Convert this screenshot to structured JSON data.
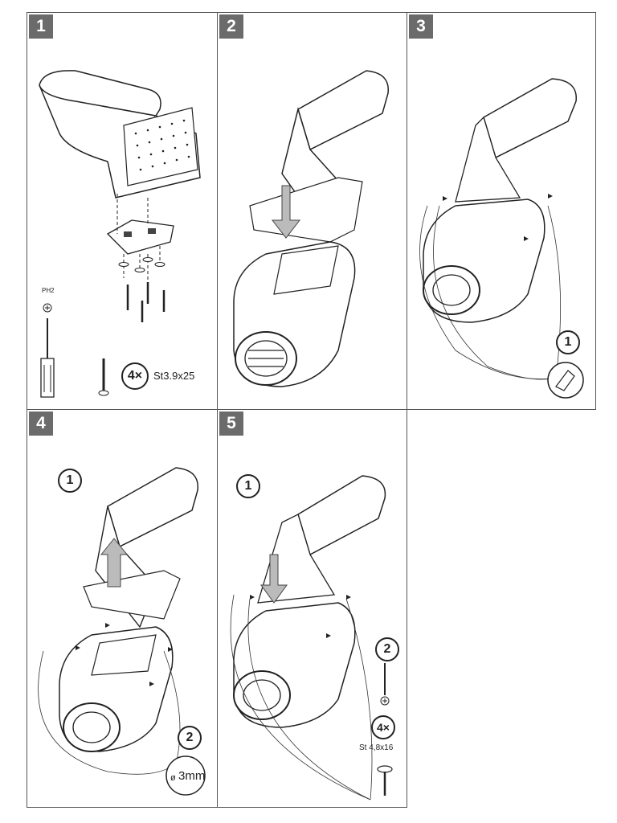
{
  "steps": [
    {
      "number": "1"
    },
    {
      "number": "2"
    },
    {
      "number": "3"
    },
    {
      "number": "4"
    },
    {
      "number": "5"
    }
  ],
  "step1": {
    "driver_label": "PH2",
    "screw_qty": "4×",
    "screw_spec": "St3.9x25"
  },
  "step3": {
    "callout": "1"
  },
  "step4": {
    "callout_a": "1",
    "callout_b": "2",
    "drill_size": "3mm",
    "diameter_symbol": "ø"
  },
  "step5": {
    "callout_a": "1",
    "callout_b": "2",
    "screw_qty": "4×",
    "screw_spec": "St 4,8x16"
  }
}
